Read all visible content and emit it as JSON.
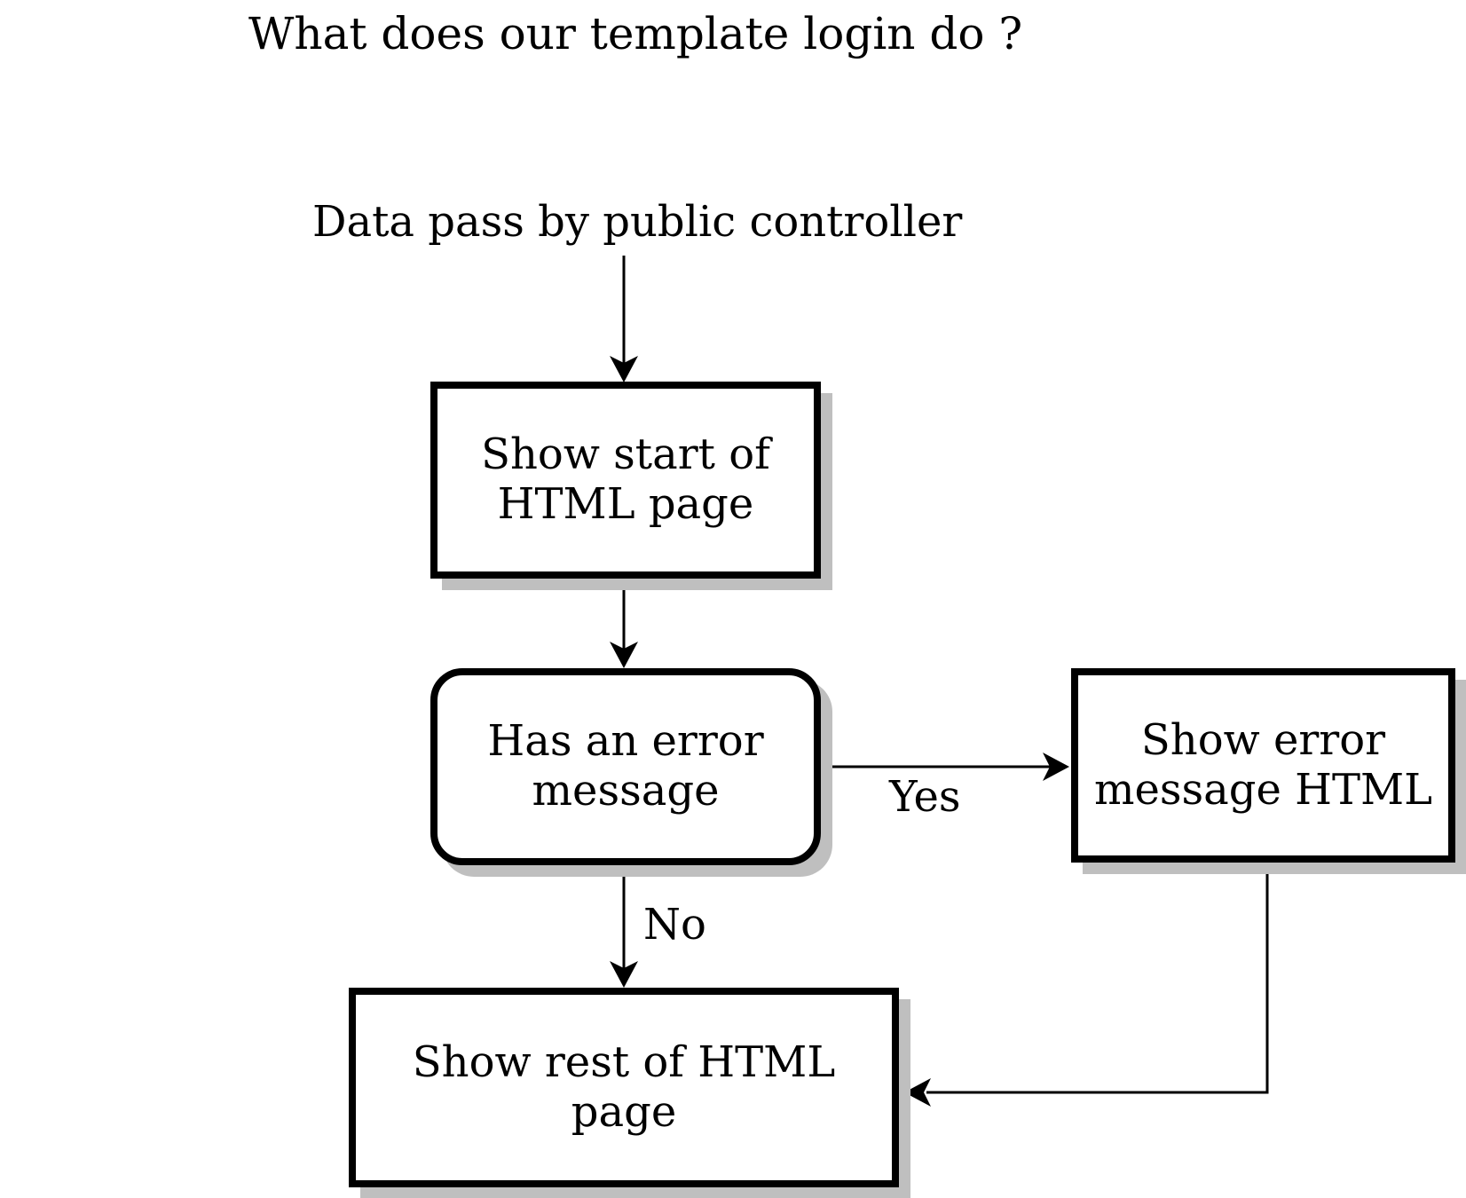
{
  "title": "What does our template login do ?",
  "diagram": {
    "source_label": "Data pass by public controller",
    "nodes": {
      "show_start": {
        "line1": "Show start of",
        "line2": "HTML page"
      },
      "has_error": {
        "line1": "Has an error",
        "line2": "message"
      },
      "show_error": {
        "line1": "Show error",
        "line2": "message HTML"
      },
      "show_rest": {
        "line1": "Show rest of HTML page"
      }
    },
    "edges": {
      "yes_label": "Yes",
      "no_label": "No"
    },
    "colors": {
      "stroke": "#000000",
      "fill": "#ffffff",
      "shadow": "#bfbfbf",
      "bg": "#ffffff"
    }
  }
}
